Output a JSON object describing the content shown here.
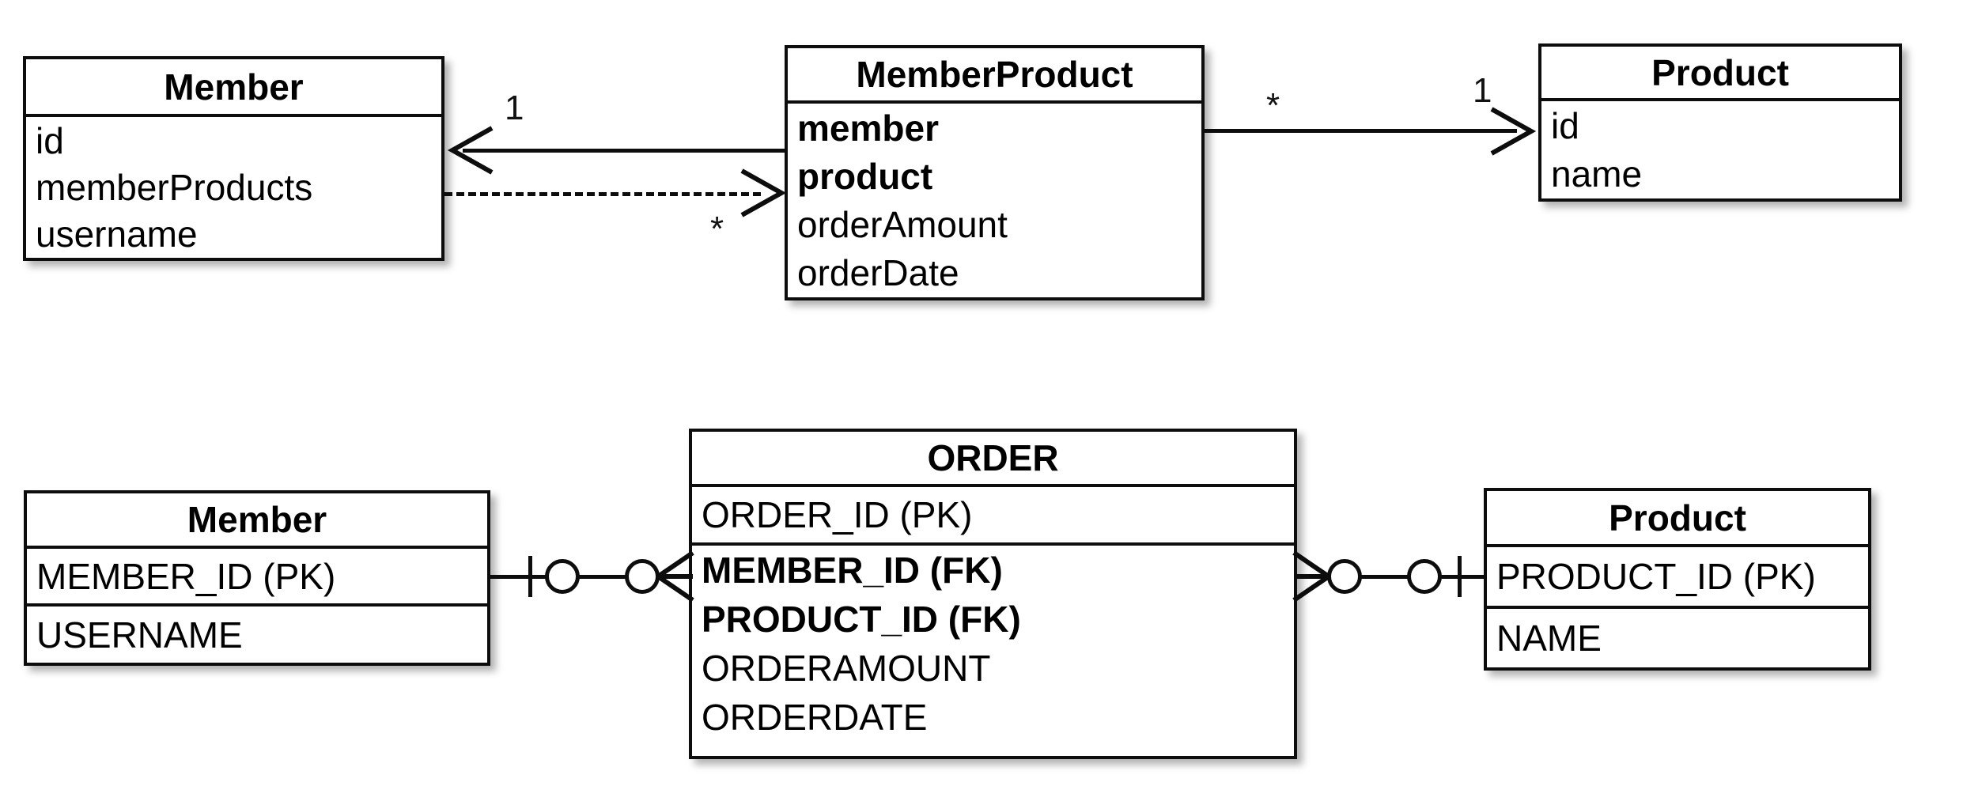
{
  "diagram": {
    "title": "UML class diagram and ER crow's-foot diagram for Member / Product many-to-many association",
    "stroke_color": "#0d0d0d",
    "background_color": "#ffffff"
  },
  "uml": {
    "classes": [
      {
        "name": "Member",
        "attributes": [
          {
            "label": "id",
            "bold": false
          },
          {
            "label": "memberProducts",
            "bold": false
          },
          {
            "label": "username",
            "bold": false
          }
        ]
      },
      {
        "name": "MemberProduct",
        "attributes": [
          {
            "label": "member",
            "bold": true
          },
          {
            "label": "product",
            "bold": true
          },
          {
            "label": "orderAmount",
            "bold": false
          },
          {
            "label": "orderDate",
            "bold": false
          }
        ]
      },
      {
        "name": "Product",
        "attributes": [
          {
            "label": "id",
            "bold": false
          },
          {
            "label": "name",
            "bold": false
          }
        ]
      }
    ],
    "associations": [
      {
        "id": "memberproduct-to-member",
        "style": "solid",
        "direction": "left",
        "multiplicity": "1",
        "multiplicity_position": "above-left"
      },
      {
        "id": "member-to-memberproduct",
        "style": "dashed",
        "direction": "right",
        "multiplicity": "*",
        "multiplicity_position": "below-right"
      },
      {
        "id": "memberproduct-to-product",
        "style": "solid",
        "direction": "right",
        "multiplicity_source": "*",
        "multiplicity_target": "1"
      }
    ]
  },
  "er": {
    "tables": [
      {
        "name": "Member",
        "columns": [
          {
            "label": "MEMBER_ID (PK)",
            "bold": false
          },
          {
            "label": "USERNAME",
            "bold": false
          }
        ]
      },
      {
        "name": "ORDER",
        "columns": [
          {
            "label": "ORDER_ID (PK)",
            "bold": false
          },
          {
            "label": "MEMBER_ID (FK)",
            "bold": true
          },
          {
            "label": "PRODUCT_ID (FK)",
            "bold": true
          },
          {
            "label": "ORDERAMOUNT",
            "bold": false
          },
          {
            "label": "ORDERDATE",
            "bold": false
          }
        ]
      },
      {
        "name": "Product",
        "columns": [
          {
            "label": "PRODUCT_ID (PK)",
            "bold": false
          },
          {
            "label": "NAME",
            "bold": false
          }
        ]
      }
    ],
    "relationships": [
      {
        "id": "member-order",
        "left_end": "one-and-only-one-optional",
        "right_end": "zero-or-many",
        "left_table": "Member",
        "right_table": "ORDER"
      },
      {
        "id": "order-product",
        "left_end": "zero-or-many",
        "right_end": "one-and-only-one-optional",
        "left_table": "ORDER",
        "right_table": "Product"
      }
    ]
  }
}
